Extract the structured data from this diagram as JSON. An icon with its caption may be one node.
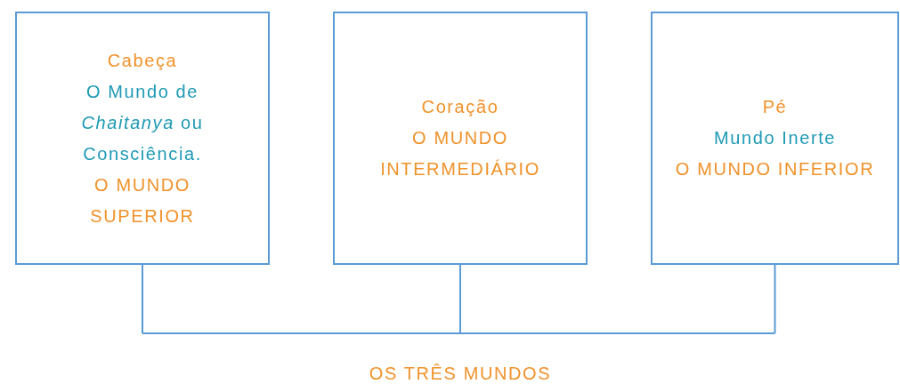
{
  "diagram": {
    "nodes": [
      {
        "text": [
          "Cabeça",
          "O Mundo de *Chaitanya* ou Consciência.",
          "O MUNDO SUPERIOR"
        ]
      },
      {
        "text": [
          "Coração",
          "O MUNDO INTERMEDIÁRIO"
        ]
      },
      {
        "text": [
          "Pé",
          "Mundo Inerte",
          "O MUNDO INFERIOR"
        ]
      }
    ],
    "labels": [
      "OS TRÊS MUNDOS"
    ]
  }
}
